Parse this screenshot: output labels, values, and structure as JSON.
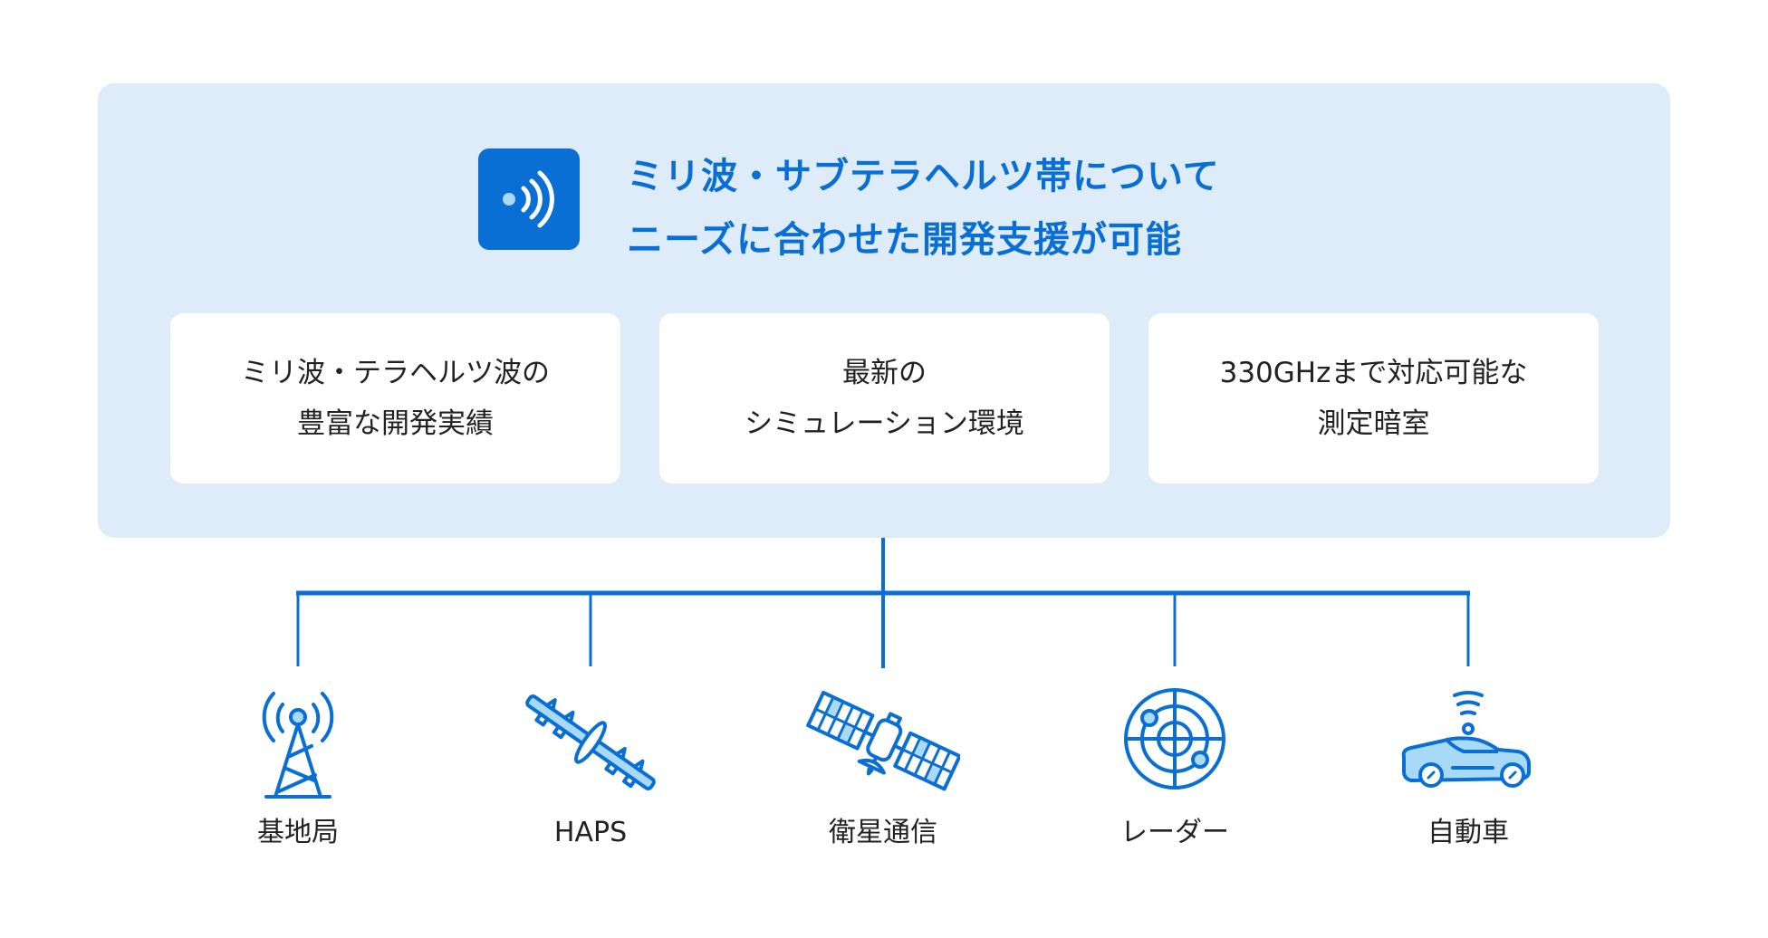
{
  "colors": {
    "accent": "#0a6fd4",
    "panel_bg": "#deebf8",
    "icon_fill": "#a8daf7",
    "text": "#222222"
  },
  "header": {
    "icon": "wireless-signal-icon",
    "title_lines": [
      "ミリ波・サブテラヘルツ帯について",
      "ニーズに合わせた開発支援が可能"
    ]
  },
  "features": [
    {
      "lines": [
        "ミリ波・テラヘルツ波の",
        "豊富な開発実績"
      ]
    },
    {
      "lines": [
        "最新の",
        "シミュレーション環境"
      ]
    },
    {
      "lines": [
        "330GHzまで対応可能な",
        "測定暗室"
      ]
    }
  ],
  "applications": [
    {
      "label": "基地局",
      "icon": "cell-tower-icon"
    },
    {
      "label": "HAPS",
      "icon": "haps-aircraft-icon"
    },
    {
      "label": "衛星通信",
      "icon": "satellite-icon"
    },
    {
      "label": "レーダー",
      "icon": "radar-icon"
    },
    {
      "label": "自動車",
      "icon": "connected-car-icon"
    }
  ]
}
